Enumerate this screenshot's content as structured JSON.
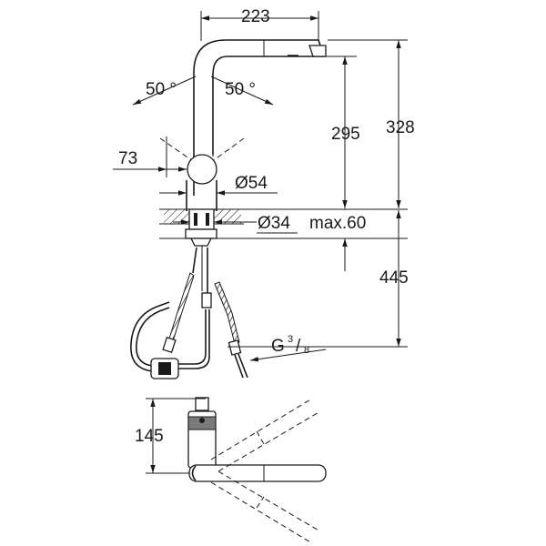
{
  "dimensions": {
    "spout_reach": "223",
    "height_total": "328",
    "height_body": "295",
    "swivel_left": "50 °",
    "swivel_right": "50 °",
    "offset": "73",
    "body_diameter": "Ø54",
    "hole_diameter": "Ø34",
    "max_thickness": "max.60",
    "below_counter": "445",
    "thread_main": "G",
    "thread_sup": "3",
    "thread_sub": "8",
    "top_view_height": "145"
  }
}
